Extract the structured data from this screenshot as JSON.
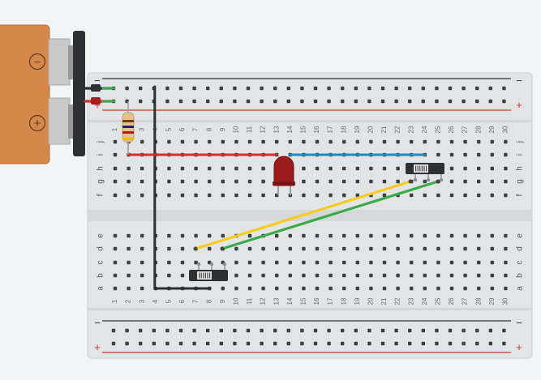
{
  "battery": {
    "minus_symbol": "−",
    "plus_symbol": "+"
  },
  "rail_labels": {
    "minus": "−",
    "plus": "+"
  },
  "row_labels": {
    "top": [
      "j",
      "i",
      "h",
      "g",
      "f"
    ],
    "bottom": [
      "e",
      "d",
      "c",
      "b",
      "a"
    ]
  },
  "column_labels": [
    "1",
    "2",
    "3",
    "4",
    "5",
    "6",
    "7",
    "8",
    "9",
    "10",
    "11",
    "12",
    "13",
    "14",
    "15",
    "16",
    "17",
    "18",
    "19",
    "20",
    "21",
    "22",
    "23",
    "24",
    "25",
    "26",
    "27",
    "28",
    "29",
    "30"
  ],
  "colors": {
    "board": "#e2e4e6",
    "battery": "#d4884a",
    "wire_black": "#2c2f33",
    "wire_red": "#d32f2f",
    "wire_blue": "#1e88c8",
    "wire_yellow": "#f5cc1c",
    "wire_green": "#3bab4a",
    "led": "#9c1c1c",
    "rail_red_line": "#c0392b",
    "rail_black_line": "#333333"
  },
  "components": [
    {
      "name": "battery-9v",
      "type": "battery"
    },
    {
      "name": "resistor",
      "type": "resistor"
    },
    {
      "name": "red-led",
      "type": "led"
    },
    {
      "name": "slide-switch-1",
      "type": "slide-switch"
    },
    {
      "name": "slide-switch-2",
      "type": "slide-switch"
    }
  ]
}
